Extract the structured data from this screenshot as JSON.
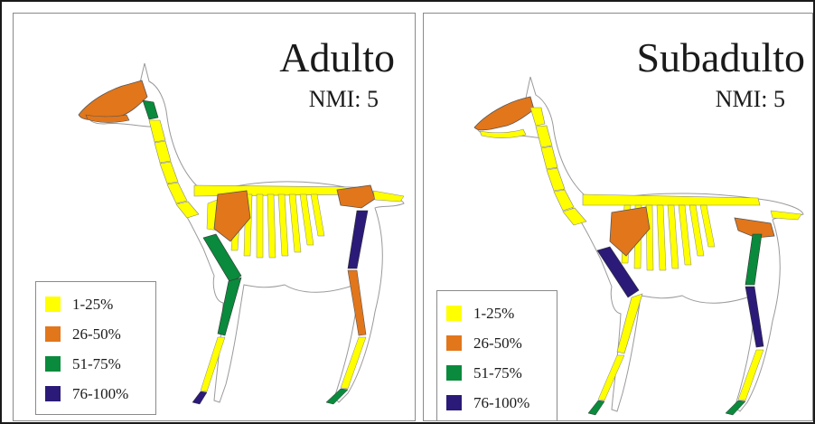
{
  "colors": {
    "low": "#ffff00",
    "mid_low": "#e2761b",
    "mid_high": "#0a8a3c",
    "high": "#2b1a78",
    "outline": "#9a9a9a"
  },
  "panels": [
    {
      "title": "Adulto",
      "subtitle": "NMI: 5",
      "legend": [
        {
          "label": "1-25%",
          "color": "#ffff00"
        },
        {
          "label": "26-50%",
          "color": "#e2761b"
        },
        {
          "label": "51-75%",
          "color": "#0a8a3c"
        },
        {
          "label": "76-100%",
          "color": "#2b1a78"
        }
      ]
    },
    {
      "title": "Subadulto",
      "subtitle": "NMI: 5",
      "legend": [
        {
          "label": "1-25%",
          "color": "#ffff00"
        },
        {
          "label": "26-50%",
          "color": "#e2761b"
        },
        {
          "label": "51-75%",
          "color": "#0a8a3c"
        },
        {
          "label": "76-100%",
          "color": "#2b1a78"
        }
      ]
    }
  ]
}
